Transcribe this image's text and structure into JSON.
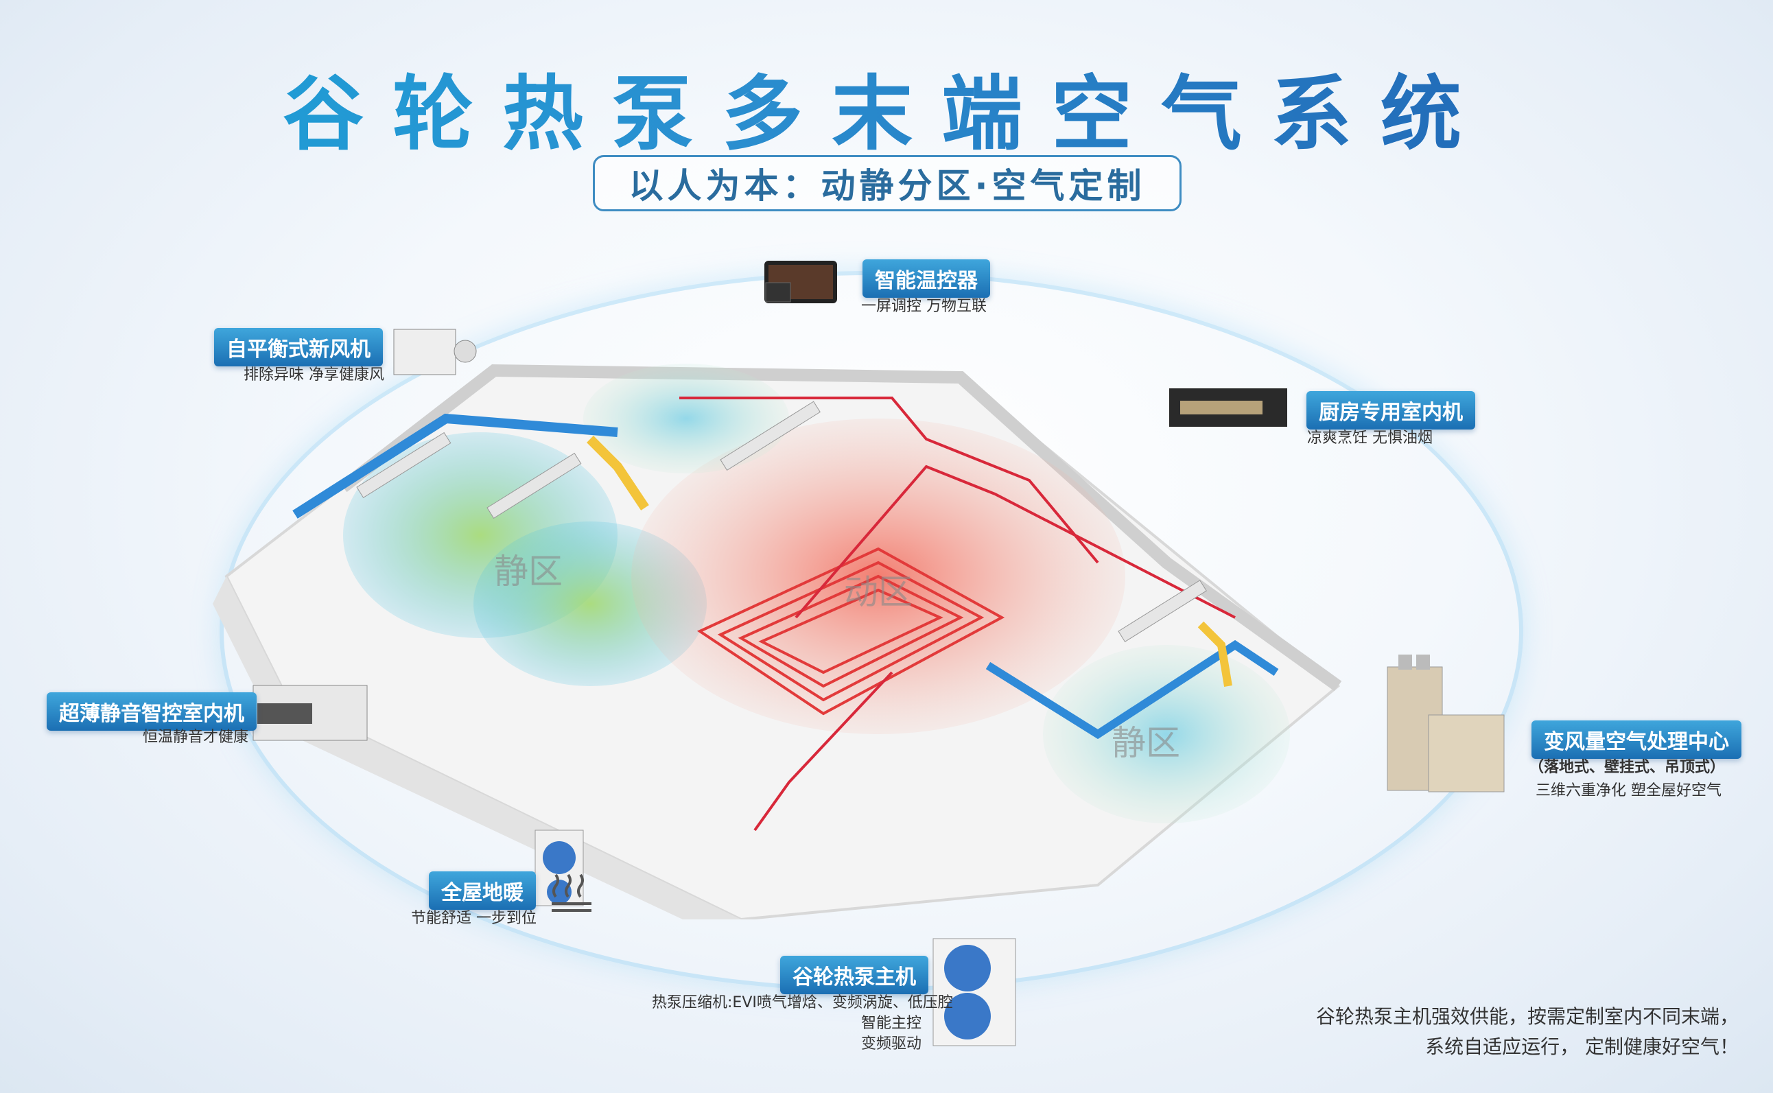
{
  "title": "谷轮热泵多末端空气系统",
  "subtitle": "以人为本：动静分区·空气定制",
  "callouts": {
    "controller": {
      "label": "智能温控器",
      "desc": "一屏调控 万物互联"
    },
    "fresh_air": {
      "label": "自平衡式新风机",
      "desc": "排除异味 净享健康风"
    },
    "kitchen": {
      "label": "厨房专用室内机",
      "desc": "凉爽烹饪 无惧油烟"
    },
    "slim_indoor": {
      "label": "超薄静音智控室内机",
      "desc": "恒温静音才健康"
    },
    "vav": {
      "label": "变风量空气处理中心",
      "desc_sub": "（落地式、壁挂式、吊顶式）",
      "desc": "三维六重净化 塑全屋好空气"
    },
    "floor_heating": {
      "label": "全屋地暖",
      "desc": "节能舒适 一步到位"
    },
    "heat_pump": {
      "label": "谷轮热泵主机",
      "desc1": "热泵压缩机:EVI喷气增焓、变频涡旋、低压腔",
      "desc2": "智能主控",
      "desc3": "变频驱动"
    }
  },
  "room_labels": {
    "quiet1": "静区",
    "quiet2": "静区",
    "active": "动区"
  },
  "footer": {
    "line1": "谷轮热泵主机强效供能，按需定制室内不同末端，",
    "line2": "系统自适应运行，  定制健康好空气！"
  },
  "colors": {
    "blue_tag": "#1b6fb3",
    "warm_zone": "#f26a5a",
    "cool_zone": "#4bc1e0",
    "green_zone": "#9ed86b",
    "pipe_red": "#d8283a",
    "pipe_blue": "#2f8ad8",
    "pipe_yellow": "#f3c43a"
  }
}
